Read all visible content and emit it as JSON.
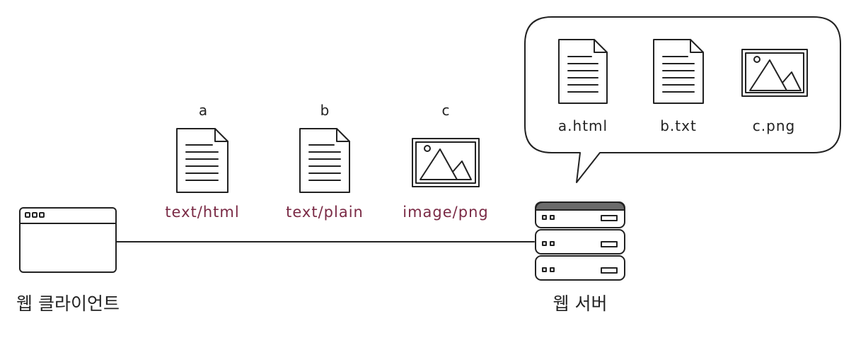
{
  "client": {
    "label": "웹 클라이언트",
    "icon": "browser-window-icon"
  },
  "server": {
    "label": "웹 서버",
    "icon": "server-stack-icon"
  },
  "transfer_items": [
    {
      "name": "a",
      "mime": "text/html",
      "icon": "document-icon"
    },
    {
      "name": "b",
      "mime": "text/plain",
      "icon": "document-icon"
    },
    {
      "name": "c",
      "mime": "image/png",
      "icon": "image-icon"
    }
  ],
  "server_files": [
    {
      "filename": "a.html",
      "icon": "document-icon"
    },
    {
      "filename": "b.txt",
      "icon": "document-icon"
    },
    {
      "filename": "c.png",
      "icon": "image-icon"
    }
  ],
  "colors": {
    "mime_text": "#7a2a45",
    "stroke": "#222222",
    "server_top": "#6b6b6b"
  }
}
